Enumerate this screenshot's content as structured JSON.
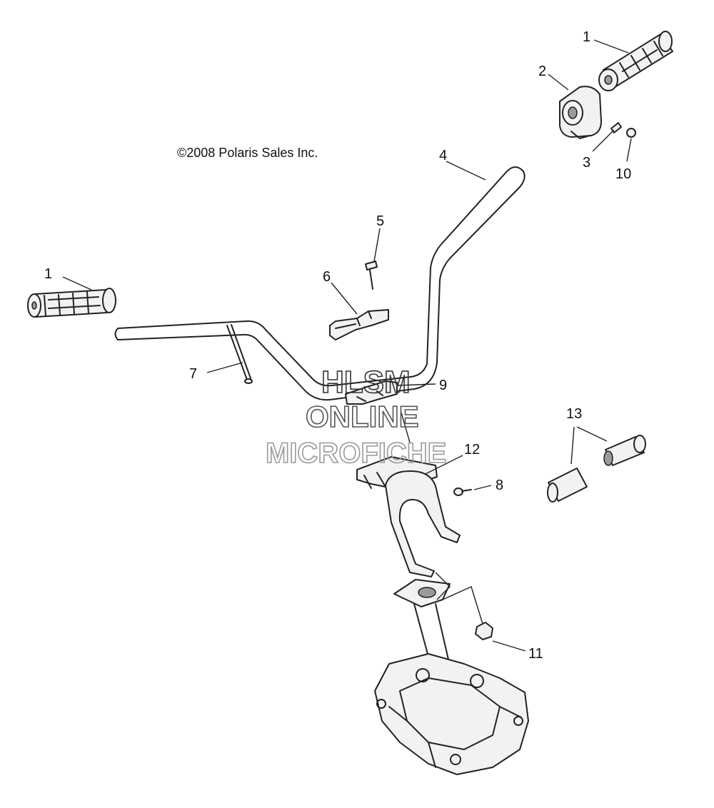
{
  "copyright": "©2008 Polaris Sales Inc.",
  "watermark": {
    "line1": "HLSM",
    "line2": "ONLINE",
    "line3": "MICROFICHE"
  },
  "callouts": {
    "grip_left": "1",
    "grip_right": "1",
    "throttle_housing": "2",
    "screw_3": "3",
    "handlebar": "4",
    "bolt_5": "5",
    "clamp_upper": "6",
    "rod_7": "7",
    "screw_8": "8",
    "clamp_lower": "9",
    "screw_10": "10",
    "nut_11": "11",
    "bracket_12": "12",
    "bar_end_13": "13"
  }
}
